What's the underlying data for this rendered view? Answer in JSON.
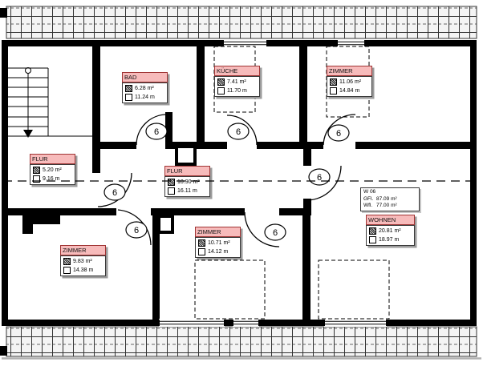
{
  "plan": {
    "rooms": [
      {
        "name": "BAD",
        "area": "6.28 m²",
        "perimeter": "11.24 m"
      },
      {
        "name": "KÜCHE",
        "area": "7.41 m²",
        "perimeter": "11.70 m"
      },
      {
        "name": "ZIMMER",
        "area": "11.06 m²",
        "perimeter": "14.84 m"
      },
      {
        "name": "FLUR",
        "area": "5.20 m²",
        "perimeter": "9.16 m"
      },
      {
        "name": "FLUR",
        "area": "10.90 m²",
        "perimeter": "16.11 m"
      },
      {
        "name": "ZIMMER",
        "area": "9.83 m²",
        "perimeter": "14.38 m"
      },
      {
        "name": "ZIMMER",
        "area": "10.71 m²",
        "perimeter": "14.12 m"
      },
      {
        "name": "WOHNEN",
        "area": "20.81 m²",
        "perimeter": "18.97 m"
      }
    ],
    "apartment": {
      "id": "W 06",
      "gfl_label": "GFl.",
      "gfl_value": "87.09 m²",
      "wfl_label": "Wfl.",
      "wfl_value": "77.00 m²"
    },
    "door_tag": "6",
    "colors": {
      "label_header": "#f7bbbb",
      "label_header_border": "#a03434",
      "wall": "#000000",
      "hatch_fill": "#f4f4f4"
    }
  }
}
